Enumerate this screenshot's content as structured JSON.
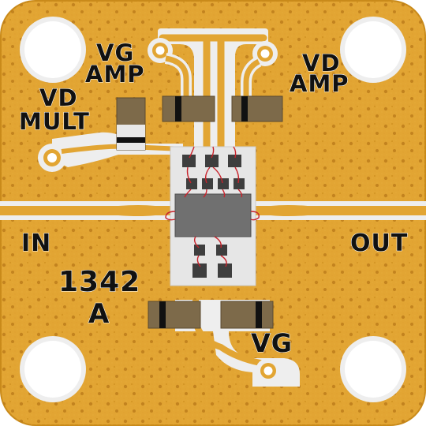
{
  "board": {
    "part_number": "1342",
    "revision": "A",
    "labels": {
      "vg_amp_line1": "VG",
      "vg_amp_line2": "AMP",
      "vd_amp_line1": "VD",
      "vd_amp_line2": "AMP",
      "vd_mult_line1": "VD",
      "vd_mult_line2": "MULT",
      "input": "IN",
      "output": "OUT",
      "vg_bottom": "VG"
    }
  },
  "colors": {
    "board": "#e2a533",
    "board_edge": "#c98a1a",
    "trace": "#eeeeee",
    "via": "#b87818",
    "capacitor": "#7d6a4a",
    "capacitor_band": "#111111",
    "die": "#707070",
    "bond_pad": "#3e3e3e",
    "bond_wire": "#c8232c"
  }
}
